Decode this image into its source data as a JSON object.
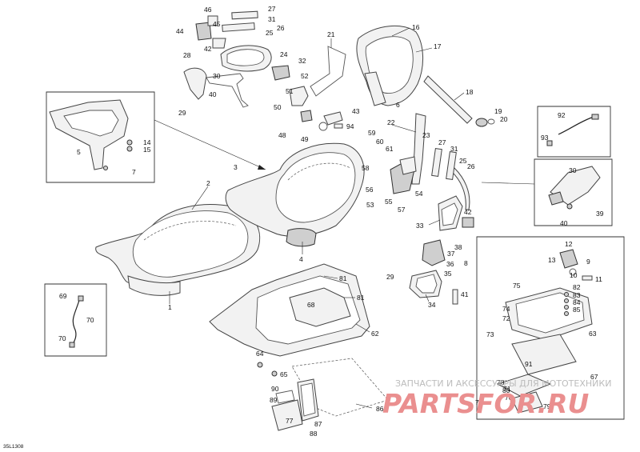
{
  "diagram": {
    "code": "35L1308",
    "callouts": [
      "1",
      "2",
      "3",
      "4",
      "5",
      "6",
      "7",
      "7",
      "8",
      "9",
      "10",
      "11",
      "12",
      "13",
      "14",
      "15",
      "16",
      "17",
      "18",
      "19",
      "20",
      "21",
      "22",
      "23",
      "24",
      "25",
      "25",
      "26",
      "26",
      "27",
      "27",
      "28",
      "29",
      "29",
      "30",
      "30",
      "31",
      "31",
      "32",
      "33",
      "34",
      "35",
      "36",
      "37",
      "38",
      "39",
      "40",
      "40",
      "41",
      "42",
      "42",
      "43",
      "44",
      "45",
      "46",
      "48",
      "49",
      "50",
      "51",
      "52",
      "53",
      "54",
      "55",
      "56",
      "57",
      "58",
      "59",
      "60",
      "61",
      "62",
      "63",
      "64",
      "65",
      "67",
      "68",
      "69",
      "70",
      "70",
      "71",
      "72",
      "73",
      "74",
      "75",
      "76",
      "77",
      "77",
      "78",
      "79",
      "80",
      "81",
      "81",
      "82",
      "83",
      "84",
      "85",
      "86",
      "87",
      "88",
      "89",
      "90",
      "91",
      "92",
      "93",
      "94"
    ]
  },
  "watermark": {
    "caption": "ЗАПЧАСТИ И АКСЕССУАРЫ ДЛЯ МОТОТЕХНИКИ",
    "logo": "PARTSFOR.RU"
  }
}
